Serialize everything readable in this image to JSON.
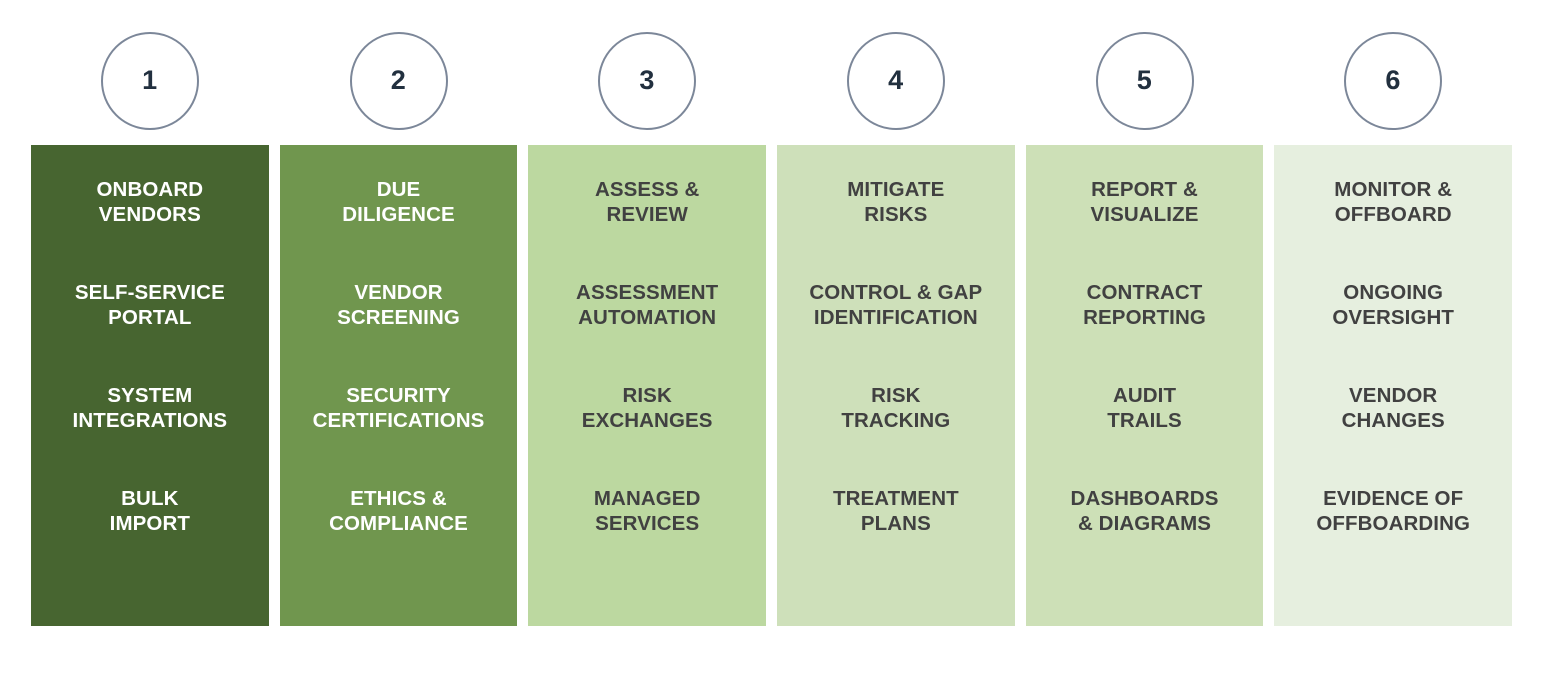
{
  "diagram": {
    "type": "process-steps",
    "background": "#ffffff",
    "circle": {
      "border_color": "#7c8799",
      "fill_color": "#ffffff",
      "number_color": "#22303f"
    },
    "columns": [
      {
        "step_number": "1",
        "bg_color": "#476530",
        "text_color": "#ffffff",
        "heading": "ONBOARD\nVENDORS",
        "items": [
          "SELF-SERVICE\nPORTAL",
          "SYSTEM\nINTEGRATIONS",
          "BULK\nIMPORT"
        ]
      },
      {
        "step_number": "2",
        "bg_color": "#70964e",
        "text_color": "#ffffff",
        "heading": "DUE\nDILIGENCE",
        "items": [
          "VENDOR\nSCREENING",
          "SECURITY\nCERTIFICATIONS",
          "ETHICS &\nCOMPLIANCE"
        ]
      },
      {
        "step_number": "3",
        "bg_color": "#bcd8a0",
        "text_color": "#414141",
        "heading": "ASSESS &\nREVIEW",
        "items": [
          "ASSESSMENT\nAUTOMATION",
          "RISK\nEXCHANGES",
          "MANAGED\nSERVICES"
        ]
      },
      {
        "step_number": "4",
        "bg_color": "#cee0ba",
        "text_color": "#414141",
        "heading": "MITIGATE\nRISKS",
        "items": [
          "CONTROL & GAP\nIDENTIFICATION",
          "RISK\nTRACKING",
          "TREATMENT\nPLANS"
        ]
      },
      {
        "step_number": "5",
        "bg_color": "#cde0b7",
        "text_color": "#414141",
        "heading": "REPORT &\nVISUALIZE",
        "items": [
          "CONTRACT\nREPORTING",
          "AUDIT\nTRAILS",
          "DASHBOARDS\n& DIAGRAMS"
        ]
      },
      {
        "step_number": "6",
        "bg_color": "#e6efdf",
        "text_color": "#414141",
        "heading": "MONITOR &\nOFFBOARD",
        "items": [
          "ONGOING\nOVERSIGHT",
          "VENDOR\nCHANGES",
          "EVIDENCE OF\nOFFBOARDING"
        ]
      }
    ]
  }
}
